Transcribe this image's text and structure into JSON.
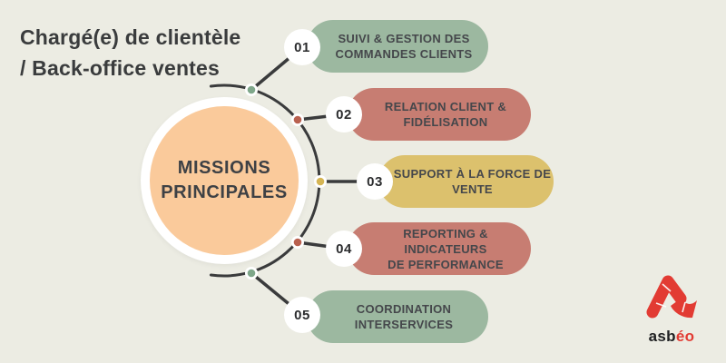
{
  "title": {
    "line1": "Chargé(e) de clientèle",
    "line2": "/ Back-office ventes"
  },
  "center": {
    "line1": "MISSIONS",
    "line2": "PRINCIPALES"
  },
  "items": [
    {
      "number": "01",
      "lines": [
        "SUIVI & GESTION DES",
        "COMMANDES CLIENTS"
      ],
      "pill_color": "#9CB8A0",
      "dot_color": "#7FA78A"
    },
    {
      "number": "02",
      "lines": [
        "RELATION CLIENT &",
        "FIDÉLISATION"
      ],
      "pill_color": "#C77D72",
      "dot_color": "#B9614F"
    },
    {
      "number": "03",
      "lines": [
        "SUPPORT À LA FORCE DE",
        "VENTE"
      ],
      "pill_color": "#DCC16D",
      "dot_color": "#D5B554"
    },
    {
      "number": "04",
      "lines": [
        "REPORTING & INDICATEURS",
        "DE PERFORMANCE"
      ],
      "pill_color": "#C77D72",
      "dot_color": "#B9614F"
    },
    {
      "number": "05",
      "lines": [
        "COORDINATION",
        "INTERSERVICES"
      ],
      "pill_color": "#9CB8A0",
      "dot_color": "#7FA78A"
    }
  ],
  "logo": {
    "text_dark": "asb",
    "text_accent": "éo",
    "mark_color": "#E23B33",
    "text_dark_color": "#1F2022",
    "text_accent_color": "#E23B33"
  },
  "colors": {
    "background": "#ECECE3",
    "title_text": "#3A3C3D",
    "line": "#3A3B3C",
    "center_fill": "#FACA9B",
    "center_ring": "#FFFFFF",
    "center_text": "#3E4145",
    "pill_text": "#45474B",
    "number_bg": "#FFFFFF",
    "number_text": "#2B2C2E"
  }
}
